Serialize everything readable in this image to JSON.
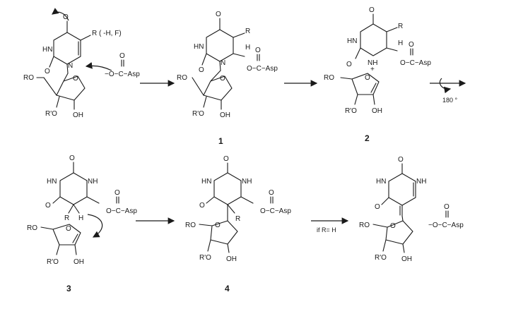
{
  "labels": {
    "o": "O",
    "hn": "HN",
    "nh": "NH",
    "n": "N",
    "r": "R",
    "h": "H",
    "ro": "RO",
    "r_prime_o": "R'O",
    "oh": "OH",
    "plus": "+",
    "r_sub": "( -H, F)",
    "carboxylate": "−O−C−Asp",
    "ester": "O−C−Asp",
    "rotation": "180 °",
    "condition": "if R= H"
  },
  "compounds": {
    "c1": "1",
    "c2": "2",
    "c3": "3",
    "c4": "4"
  },
  "colors": {
    "ink": "#1a1a1a",
    "background": "#ffffff"
  }
}
